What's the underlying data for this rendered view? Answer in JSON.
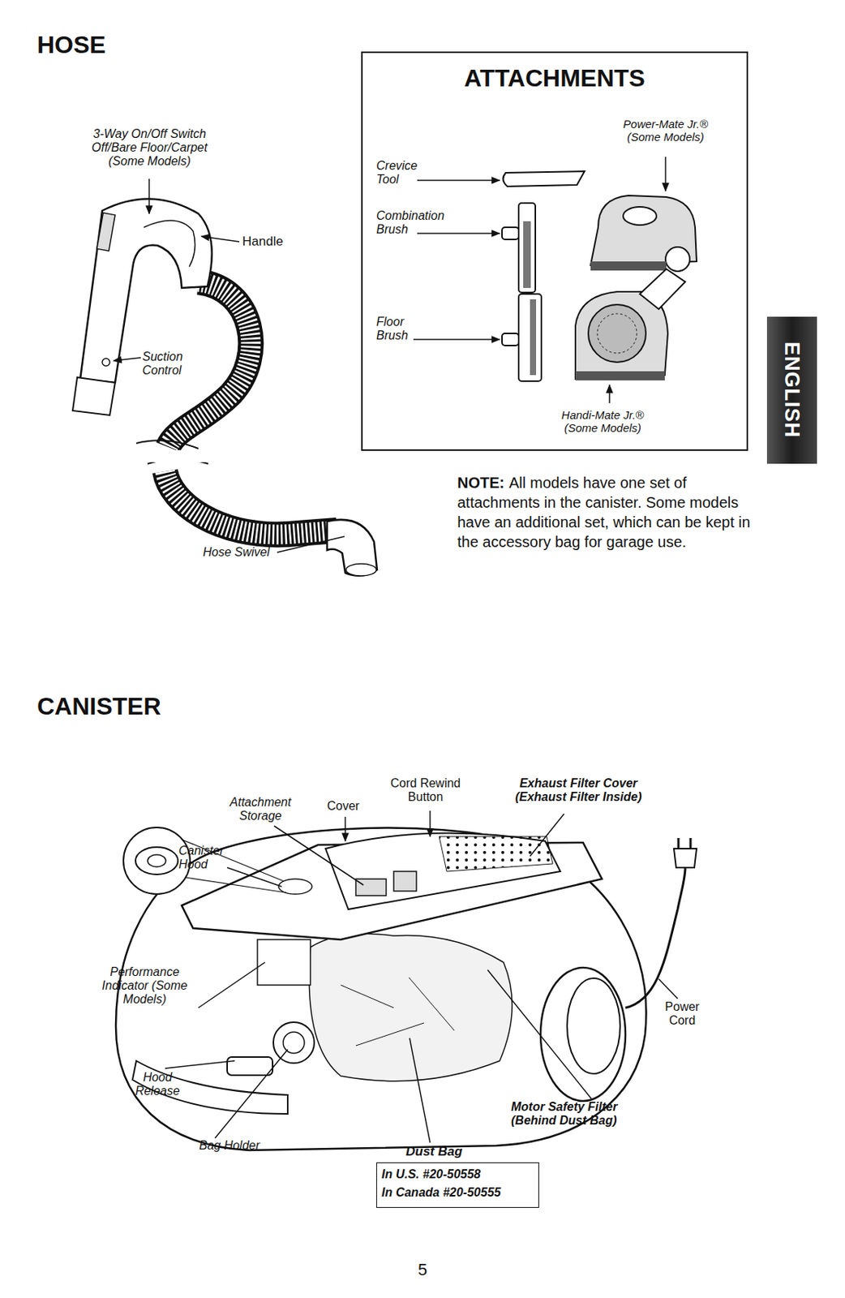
{
  "diagram": {
    "nodes": [
      {
        "text": [
          "ATTACHMENTS",
          "Power-Mate Jr.® (Some Models)",
          "Crevice Tool",
          "Combination Brush",
          "Floor Brush",
          "Handi-Mate Jr.® (Some Models)"
        ]
      },
      {
        "text": [
          "In U.S. #20-50558",
          "In Canada #20-50555"
        ]
      },
      {
        "text": [
          "ENGLISH"
        ]
      }
    ],
    "labels": [
      "HOSE",
      "3-Way On/Off Switch Off/Bare Floor/Carpet (Some Models)",
      "Handle",
      "Suction Control",
      "Hose Swivel",
      "NOTE:",
      "All models have one set of attachments in the canister. Some models have an additional set, which can be kept in the accessory bag for garage use.",
      "CANISTER",
      "Attachment Storage",
      "Cover",
      "Cord Rewind Button",
      "Exhaust Filter Cover (Exhaust Filter Inside)",
      "Canister Hood",
      "Performance Indicator (Some Models)",
      "Hood Release",
      "Bag Holder",
      "Dust Bag",
      "Motor Safety Filter (Behind Dust Bag)",
      "Power Cord",
      "5"
    ]
  }
}
